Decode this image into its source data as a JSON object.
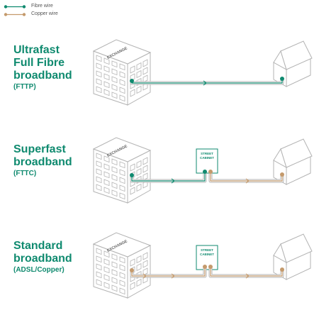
{
  "legend": [
    {
      "label": "Fibre wire",
      "color": "#0f8a6f"
    },
    {
      "label": "Copper wire",
      "color": "#c49a6c"
    }
  ],
  "colors": {
    "fibre": "#0f8a6f",
    "copper": "#c49a6c",
    "outline": "#b3b3b3",
    "title": "#0f8a6f"
  },
  "sections": [
    {
      "title_lines": [
        "Ultrafast",
        "Full Fibre",
        "broadband"
      ],
      "subtitle": "(FTTP)",
      "exchange_label": "EXCHANGE",
      "cabinet_label": "",
      "media": "fibre-to-home"
    },
    {
      "title_lines": [
        "Superfast",
        "broadband"
      ],
      "subtitle": "(FTTC)",
      "exchange_label": "EXCHANGE",
      "cabinet_label": "STREET CABINET",
      "media": "fibre-to-cabinet"
    },
    {
      "title_lines": [
        "Standard",
        "broadband"
      ],
      "subtitle": "(ADSL/Copper)",
      "exchange_label": "EXCHANGE",
      "cabinet_label": "STREET CABINET",
      "media": "copper"
    }
  ]
}
